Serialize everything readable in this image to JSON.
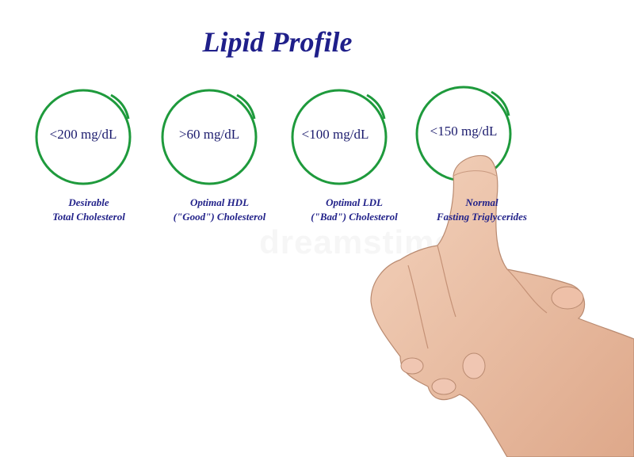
{
  "title": "Lipid Profile",
  "ring_color": "#1e9a3c",
  "items": [
    {
      "value": "<200 mg/dL",
      "caption_line1": "Desirable",
      "caption_line2": "Total Cholesterol"
    },
    {
      "value": ">60 mg/dL",
      "caption_line1": "Optimal HDL",
      "caption_line2": "(\"Good\") Cholesterol"
    },
    {
      "value": "<100 mg/dL",
      "caption_line1": "Optimal LDL",
      "caption_line2": "(\"Bad\") Cholesterol"
    },
    {
      "value": "<150 mg/dL",
      "caption_line1": "Normal",
      "caption_line2": "Fasting Triglycerides"
    }
  ],
  "watermark": "dreamstime"
}
